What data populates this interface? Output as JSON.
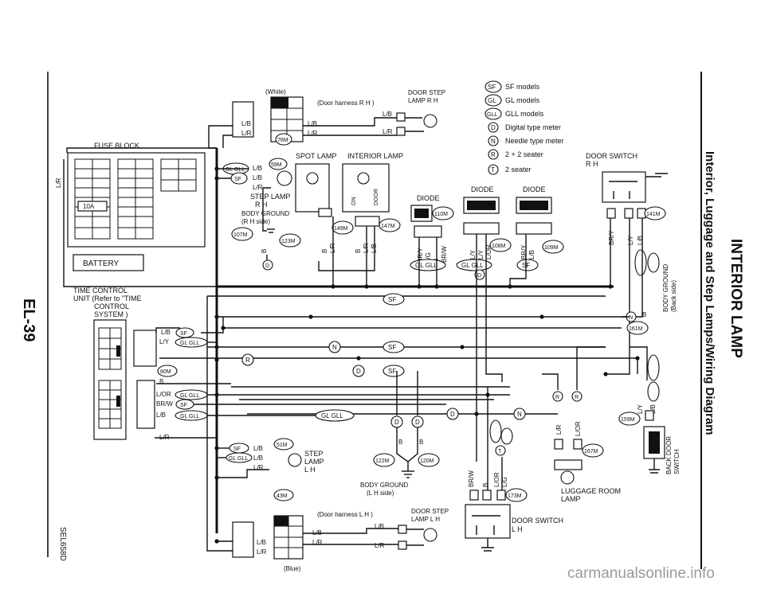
{
  "header": {
    "section": "INTERIOR LAMP",
    "subtitle": "Interior, Luggage and Step Lamps/Wiring Diagram",
    "page": "EL-39",
    "code": "SEL658D"
  },
  "watermark": "carmanualsonline.info",
  "legend": [
    {
      "code": "SF",
      "text": "SF models"
    },
    {
      "code": "GL",
      "text": "GL models"
    },
    {
      "code": "GLL",
      "text": "GLL models"
    },
    {
      "code": "D",
      "text": "Digital type meter"
    },
    {
      "code": "N",
      "text": "Needle type meter"
    },
    {
      "code": "R",
      "text": "2 + 2 seater"
    },
    {
      "code": "T",
      "text": "2 seater"
    }
  ],
  "components": {
    "fuse_block": "FUSE BLOCK",
    "fuse_rating": "10A",
    "battery": "BATTERY",
    "time_control": [
      "TIME CONTROL",
      "UNIT (Refer to \"TIME",
      "CONTROL",
      "SYSTEM )"
    ],
    "white": "(White)",
    "door_harness_rh": "(Door harness R H )",
    "door_step_rh": [
      "DOOR STEP",
      "LAMP R H"
    ],
    "spot_lamp": "SPOT LAMP",
    "interior_lamp": "INTERIOR LAMP",
    "step_lamp_rh": [
      "STEP LAMP",
      "R H"
    ],
    "body_ground_rh": [
      "BODY GROUND",
      "(R H side)"
    ],
    "diode1": "DIODE",
    "diode2": "DIODE",
    "diode3": "DIODE",
    "door_switch_rh": [
      "DOOR SWITCH",
      "R H"
    ],
    "body_ground_back": [
      "BODY GROUND",
      "(Back side)"
    ],
    "step_lamp_lh": [
      "STEP",
      "LAMP",
      "L H"
    ],
    "body_ground_lh": [
      "BODY GROUND",
      "(L H side)"
    ],
    "door_harness_lh": "(Door harness L H )",
    "door_step_lh": [
      "DOOR STEP",
      "LAMP L H"
    ],
    "blue": "(Blue)",
    "door_switch_lh": [
      "DOOR SWITCH",
      "L H"
    ],
    "luggage_room": [
      "LUGGAGE ROOM",
      "LAMP"
    ],
    "back_door_switch": [
      "BACK DOOR",
      "SWITCH"
    ],
    "on": "ON",
    "door": "DOOR"
  },
  "connectors": [
    "59M",
    "76M",
    "107M",
    "123M",
    "149M",
    "147M",
    "110M",
    "108M",
    "109M",
    "141M",
    "161M",
    "80M",
    "51M",
    "43M",
    "122M",
    "120M",
    "159M",
    "167M",
    "173M"
  ],
  "wires": {
    "lb": "L/B",
    "lr": "L/R",
    "ly": "L/Y",
    "b": "B",
    "lor": "L/OR",
    "brw": "BR/W",
    "bry": "BR/Y",
    "lg": "L/G",
    "bb": "B",
    "r": "R"
  },
  "tags": {
    "sf": "SF",
    "gl": "GL",
    "gll": "GLL",
    "glgll": "GL GLL",
    "n": "N",
    "r": "R",
    "d": "D",
    "t": "T"
  }
}
